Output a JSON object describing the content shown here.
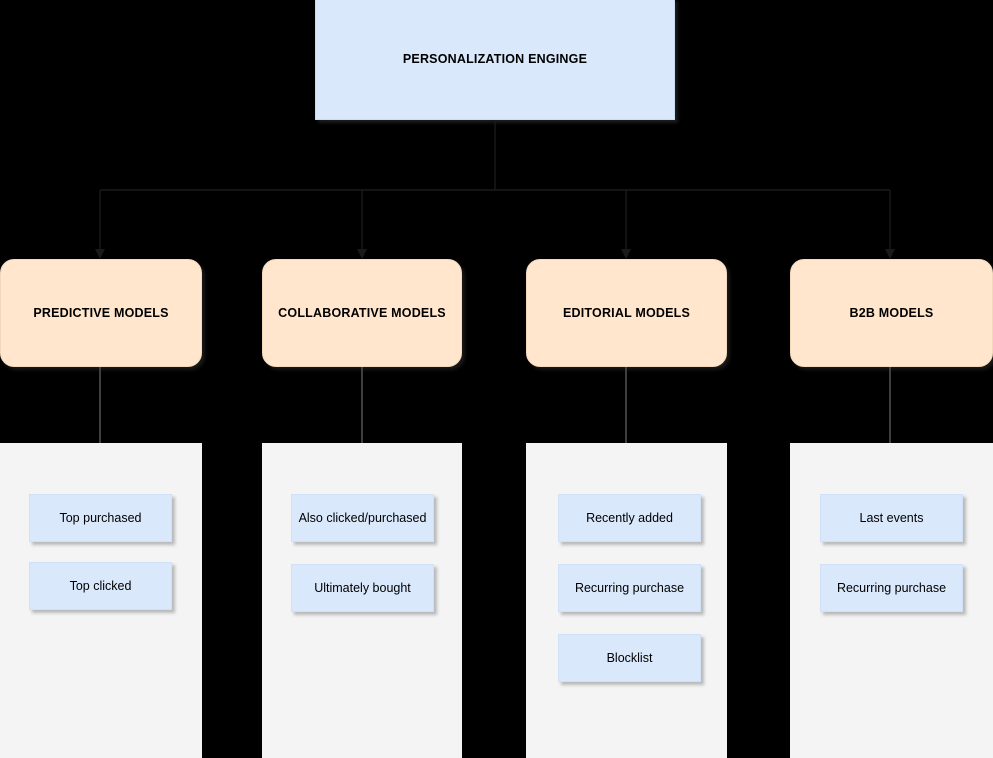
{
  "diagram": {
    "title": "PERSONALIZATION ENGINGE",
    "background_color": "#000000",
    "panel_color": "#f4f4f4",
    "blue_color": "#dae8fc",
    "orange_color": "#ffe6cc",
    "arrow_color": "#4d4d4d"
  },
  "root": {
    "label": "PERSONALIZATION ENGINGE"
  },
  "groups": [
    {
      "id": "predictive",
      "model_label": "PREDICTIVE MODELS",
      "items": [
        {
          "label": "Top purchased"
        },
        {
          "label": "Top clicked"
        }
      ]
    },
    {
      "id": "collaborative",
      "model_label": "COLLABORATIVE MODELS",
      "items": [
        {
          "label": "Also clicked/purchased"
        },
        {
          "label": "Ultimately bought"
        }
      ]
    },
    {
      "id": "editorial",
      "model_label": "EDITORIAL MODELS",
      "items": [
        {
          "label": "Recently added"
        },
        {
          "label": "Recurring purchase"
        },
        {
          "label": "Blocklist"
        }
      ]
    },
    {
      "id": "b2b",
      "model_label": "B2B MODELS",
      "items": [
        {
          "label": "Last events"
        },
        {
          "label": "Recurring purchase"
        }
      ]
    }
  ]
}
